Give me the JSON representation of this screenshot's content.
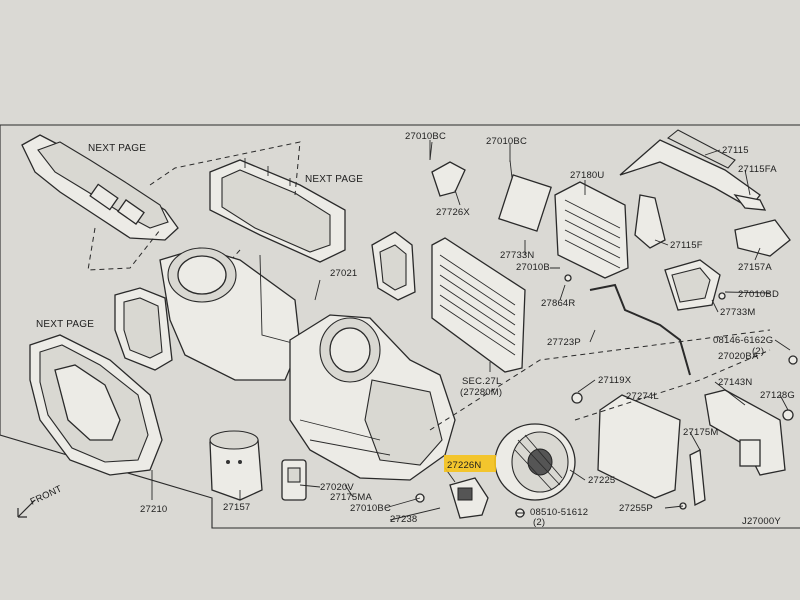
{
  "labels": {
    "next_page_1": "NEXT PAGE",
    "next_page_2": "NEXT PAGE",
    "next_page_3": "NEXT PAGE",
    "p27010bc_top1": "27010BC",
    "p27010bc_top2": "27010BC",
    "p27115": "27115",
    "p27115fa": "27115FA",
    "p27180u": "27180U",
    "p27726x": "27726X",
    "p27733n": "27733N",
    "p27010b": "27010B",
    "p27115f": "27115F",
    "p27157a": "27157A",
    "p27864r": "27864R",
    "p27733m": "27733M",
    "p27010bd": "27010BD",
    "p27021": "27021",
    "p27723p": "27723P",
    "p08146": "08146-6162G",
    "p08146_qty": "(2)",
    "p27020ba": "27020BA",
    "sec271": "SEC.27L",
    "sec271_ref": "(27280M)",
    "p27119x": "27119X",
    "p27143n": "27143N",
    "p27128g": "27128G",
    "p27274l": "27274L",
    "p27175m": "27175M",
    "p27226n": "27226N",
    "p27225": "27225",
    "p27210": "27210",
    "p27157": "27157",
    "p27020v": "27020V",
    "p27175ma": "27175MA",
    "p27010bc_bot": "27010BC",
    "p27238": "27238",
    "p08510": "08510-51612",
    "p08510_qty": "(2)",
    "p27255p": "27255P",
    "front": "FRONT",
    "diagram_id": "J27000Y"
  },
  "highlight_color": "#f5c21b",
  "ink_color": "#2a2a2a",
  "paper_color": "#dad9d4"
}
